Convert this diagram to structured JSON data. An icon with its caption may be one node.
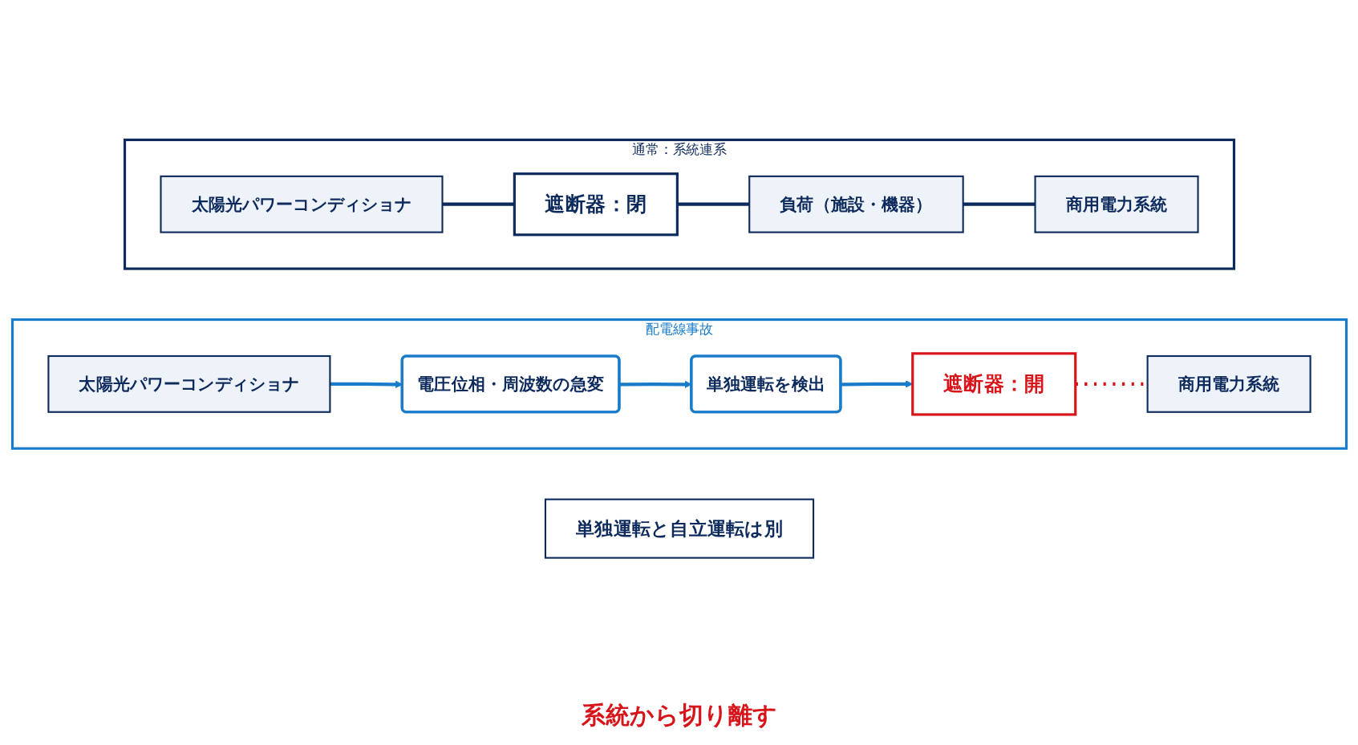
{
  "diagram": {
    "nodes": [
      {
        "text": [
          "通常：系統連系"
        ]
      },
      {
        "text": [
          "太陽光パワーコンディショナ"
        ],
        "in": 0
      },
      {
        "text": [
          "遮断器：閉"
        ],
        "in": 0
      },
      {
        "text": [
          "負荷（施設・機器）"
        ],
        "in": 0
      },
      {
        "text": [
          "商用電力系統"
        ],
        "in": 0
      },
      {
        "text": [
          "配電線事故"
        ]
      },
      {
        "text": [
          "太陽光パワーコンディショナ"
        ],
        "in": 5
      },
      {
        "text": [
          "電圧位相・周波数の急変"
        ],
        "in": 5
      },
      {
        "text": [
          "単独運転を検出"
        ],
        "in": 5
      },
      {
        "text": [
          "遮断器：開"
        ],
        "in": 5
      },
      {
        "text": [
          "商用電力系統"
        ],
        "in": 5
      },
      {
        "text": [
          "単独運転と自立運転は別"
        ]
      }
    ],
    "edges": [
      {
        "from": 1,
        "to": 2,
        "arrow": "none"
      },
      {
        "from": 2,
        "to": 3,
        "arrow": "none"
      },
      {
        "from": 3,
        "to": 4,
        "arrow": "none"
      },
      {
        "from": 6,
        "to": 7,
        "arrow": "to",
        "color": "#1a7cc9"
      },
      {
        "from": 7,
        "to": 8,
        "arrow": "to",
        "color": "#1a7cc9"
      },
      {
        "from": 8,
        "to": 9,
        "arrow": "to",
        "color": "#1a7cc9"
      },
      {
        "from": 9,
        "to": 10,
        "arrow": "none",
        "style": "dashed",
        "color": "#d7141a"
      }
    ],
    "labels": [
      "系統から切り離す"
    ]
  }
}
